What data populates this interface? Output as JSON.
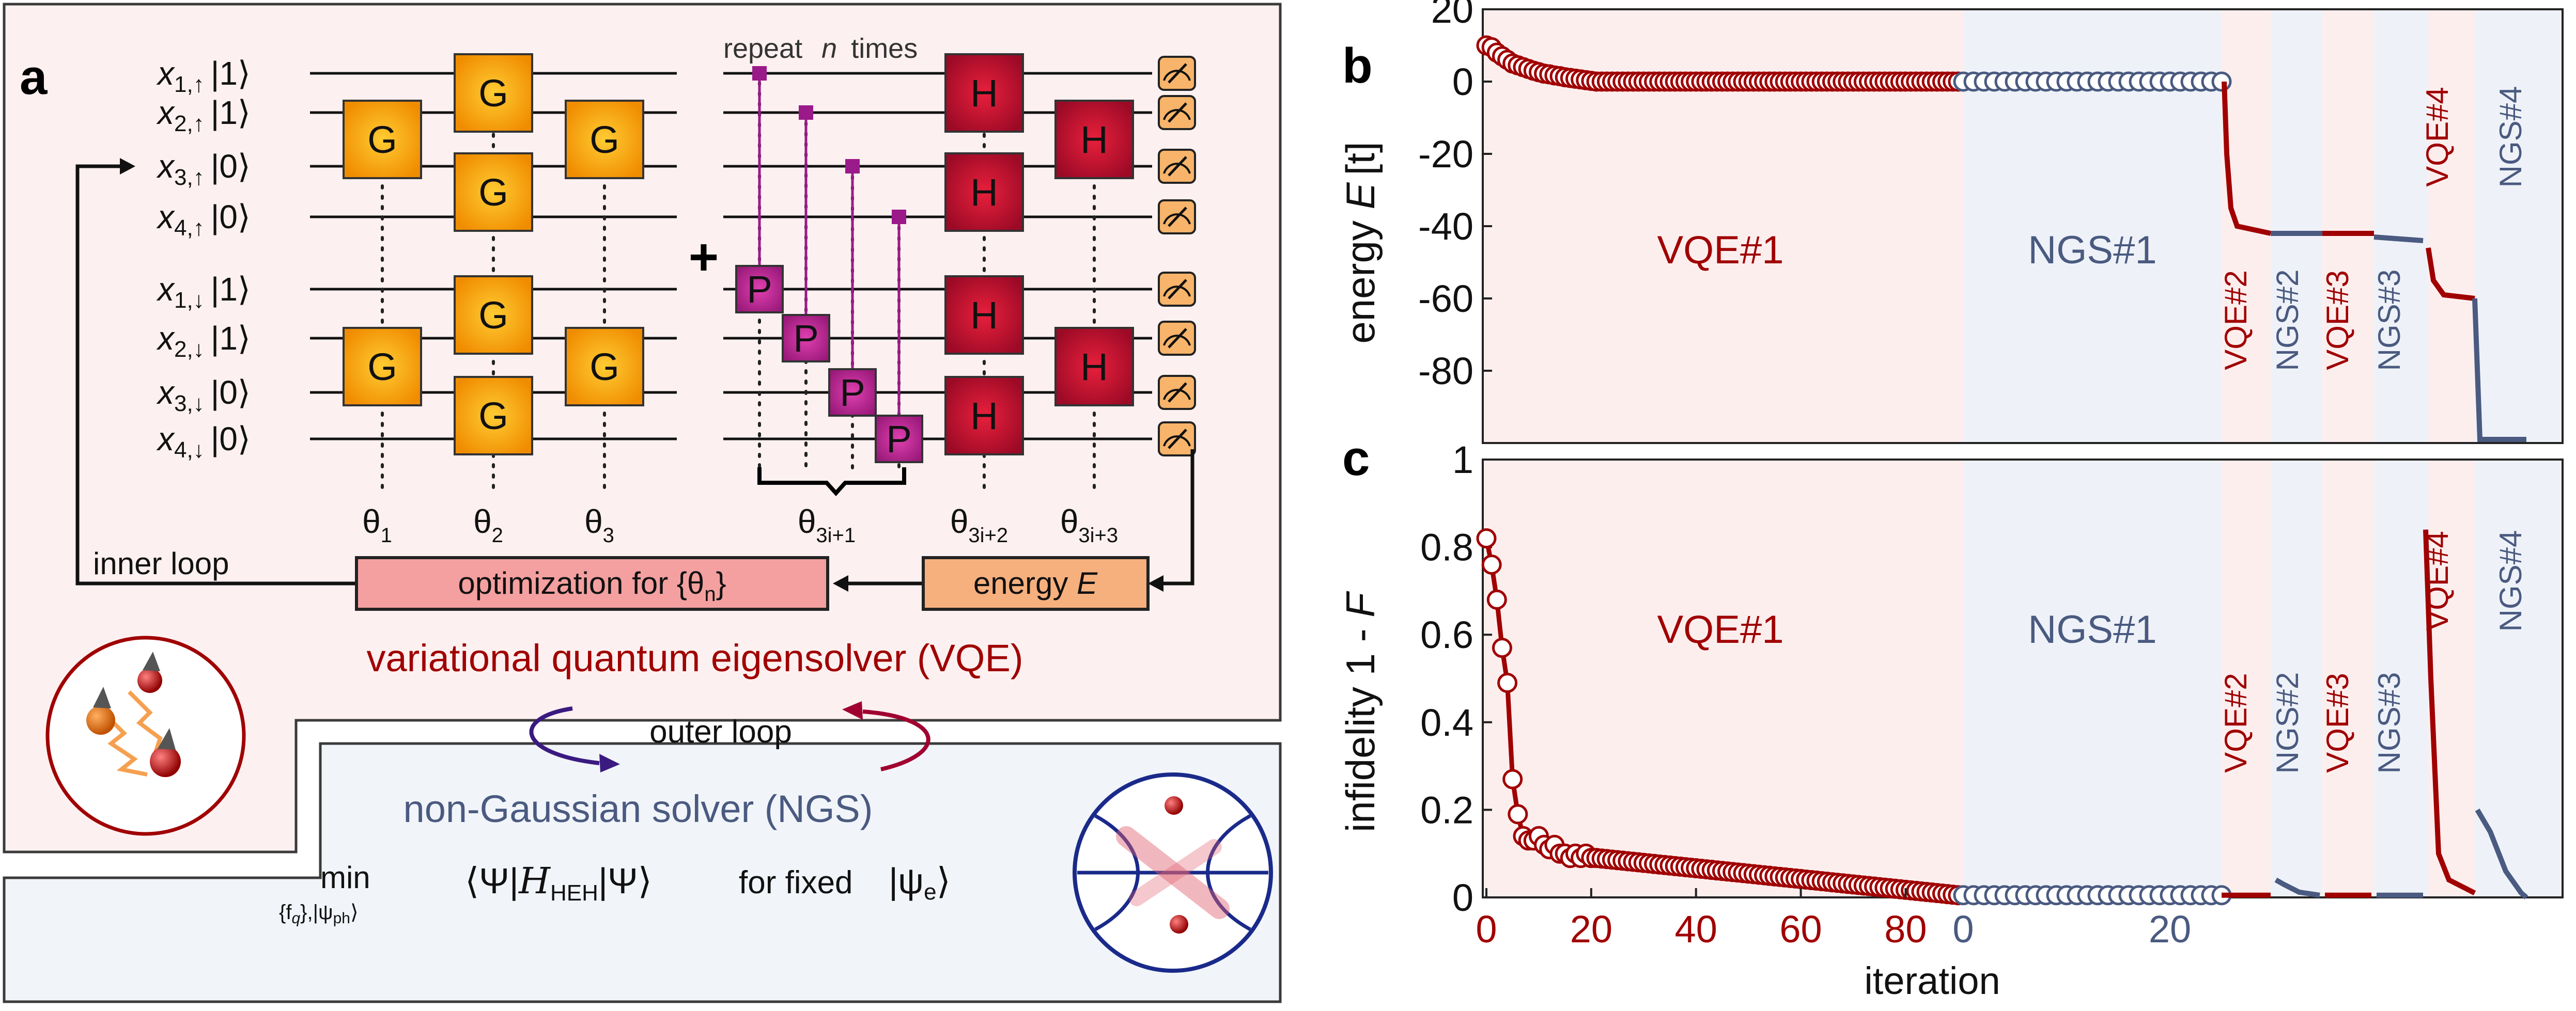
{
  "panel_a": {
    "label": "a",
    "qubits": [
      {
        "var": "x",
        "sub": "1,↑",
        "ket": "|1⟩"
      },
      {
        "var": "x",
        "sub": "2,↑",
        "ket": "|1⟩"
      },
      {
        "var": "x",
        "sub": "3,↑",
        "ket": "|0⟩"
      },
      {
        "var": "x",
        "sub": "4,↑",
        "ket": "|0⟩"
      },
      {
        "var": "x",
        "sub": "1,↓",
        "ket": "|1⟩"
      },
      {
        "var": "x",
        "sub": "2,↓",
        "ket": "|1⟩"
      },
      {
        "var": "x",
        "sub": "3,↓",
        "ket": "|0⟩"
      },
      {
        "var": "x",
        "sub": "4,↓",
        "ket": "|0⟩"
      }
    ],
    "gate_g": "G",
    "gate_h": "H",
    "gate_p": "P",
    "plus": "+",
    "repeat_label": "repeat",
    "repeat_n": "n",
    "repeat_times": "times",
    "theta": "θ",
    "theta_subs": [
      "1",
      "2",
      "3",
      "3i+1",
      "3i+2",
      "3i+3"
    ],
    "inner_loop": "inner loop",
    "optimization_text": "optimization for {θ",
    "optimization_sub": "n",
    "optimization_close": "}",
    "energy_box_text": "energy ",
    "energy_box_var": "E",
    "vqe_title": "variational quantum eigensolver (VQE)",
    "outer_loop": "outer loop",
    "ngs_title": "non-Gaussian solver (NGS)",
    "min_text": "min",
    "min_sub": "{f",
    "min_sub_q": "q",
    "min_sub_rest": "},|ψ",
    "min_sub_ph": "ph",
    "min_sub_end": "⟩",
    "expectation": "⟨Ψ|",
    "hamiltonian": "H",
    "hamiltonian_sub": "HEH",
    "expectation_end": "|Ψ⟩",
    "fixed_text": "for fixed",
    "fixed_state": "|ψ",
    "fixed_state_sub": "e",
    "fixed_state_end": "⟩",
    "colors": {
      "gate_orange": "#f5a300",
      "gate_red": "#c8102e",
      "gate_magenta": "#b0208a",
      "vqe_red": "#a00000",
      "ngs_blue": "#4a5a80",
      "panel_pink_bg": "#fdf0f0",
      "panel_blue_bg": "#f1f4f9",
      "opt_box": "#f4a0a0",
      "energy_box": "#f6b07e"
    },
    "icons": [
      "meter-icon",
      "spin-particles-icon",
      "sphere-phonon-icon"
    ]
  },
  "panel_b": {
    "label": "b",
    "ylabel": "energy ",
    "ylabel_var": "E",
    "ylabel_unit": "[t]"
  },
  "panel_c": {
    "label": "c",
    "ylabel": "infidelity 1 - ",
    "ylabel_var": "F"
  },
  "xaxis": {
    "label": "iteration"
  },
  "chart_data": [
    {
      "type": "line",
      "panel": "b",
      "ylabel": "energy E [t]",
      "ylim": [
        -100,
        20
      ],
      "yticks": [
        "20",
        "0",
        "-20",
        "-40",
        "-60",
        "-80"
      ],
      "xticks_red": [
        "0",
        "20",
        "40",
        "60",
        "80"
      ],
      "xticks_blue": [
        "0",
        "20"
      ],
      "regions": [
        {
          "name": "VQE#1",
          "color": "#a00000",
          "iter_count": 91
        },
        {
          "name": "NGS#1",
          "color": "#4a5a80",
          "iter_count": 25
        },
        {
          "name": "VQE#2",
          "color": "#a00000"
        },
        {
          "name": "NGS#2",
          "color": "#4a5a80"
        },
        {
          "name": "VQE#3",
          "color": "#a00000"
        },
        {
          "name": "NGS#3",
          "color": "#4a5a80"
        },
        {
          "name": "VQE#4",
          "color": "#a00000"
        },
        {
          "name": "NGS#4",
          "color": "#4a5a80"
        }
      ],
      "series": [
        {
          "values_vqe1_early": [
            10,
            9.5,
            8,
            7,
            6,
            5,
            4.5,
            4,
            3.5,
            3,
            2.6,
            2.2,
            2,
            1.7,
            1.5,
            1.2,
            1,
            0.8,
            0.6,
            0.4,
            0.2,
            0,
            0
          ],
          "vqe1_plateau": 0,
          "ngs1_plateau": 0,
          "vqe2_final": -42,
          "ngs2_final": -42,
          "vqe3_final": -42,
          "ngs3_final": -44,
          "vqe4_final": -60,
          "ngs4_final": -99
        }
      ]
    },
    {
      "type": "line",
      "panel": "c",
      "ylabel": "infidelity 1 - F",
      "ylim": [
        0,
        1
      ],
      "yticks": [
        "1",
        "0.8",
        "0.6",
        "0.4",
        "0.2",
        "0"
      ],
      "xlabel": "iteration",
      "xticks_red": [
        "0",
        "20",
        "40",
        "60",
        "80"
      ],
      "xticks_blue": [
        "0",
        "20"
      ],
      "series": [
        {
          "values_vqe1_early": [
            0.82,
            0.76,
            0.68,
            0.57,
            0.49,
            0.27,
            0.19,
            0.14,
            0.13,
            0.13,
            0.14,
            0.12,
            0.11,
            0.12,
            0.1,
            0.1,
            0.09,
            0.1,
            0.09,
            0.1,
            0.09
          ],
          "vqe1_late_end": 0.005,
          "ngs1_plateau": 0.005,
          "ngs2_start": 0.04,
          "vqe4_start": 0.84,
          "vqe4_end": 0.01,
          "ngs4_start": 0.2,
          "ngs4_end": 0.0
        }
      ]
    }
  ]
}
